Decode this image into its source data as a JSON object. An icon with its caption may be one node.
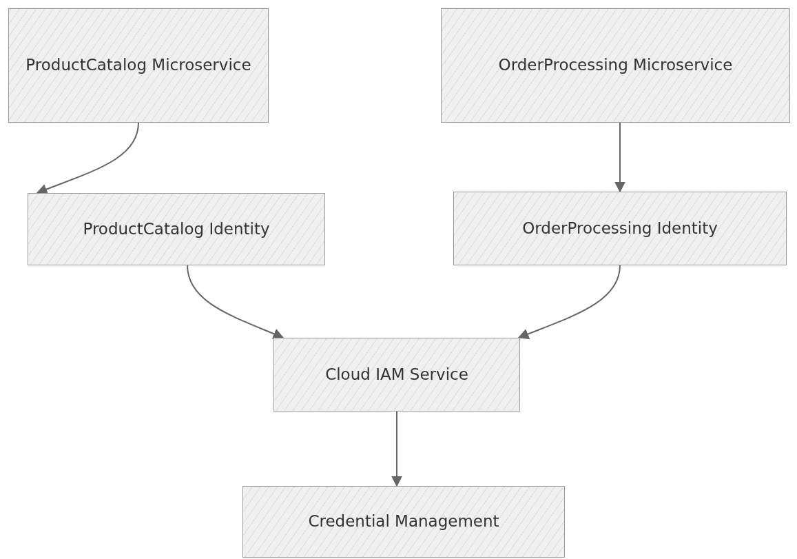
{
  "diagram": {
    "nodes": [
      {
        "text": [
          "ProductCatalog Microservice"
        ]
      },
      {
        "text": [
          "OrderProcessing Microservice"
        ]
      },
      {
        "text": [
          "ProductCatalog Identity"
        ]
      },
      {
        "text": [
          "OrderProcessing Identity"
        ]
      },
      {
        "text": [
          "Cloud IAM Service"
        ]
      },
      {
        "text": [
          "Credential Management"
        ]
      }
    ],
    "edges": [
      {
        "from": 0,
        "to": 2,
        "arrow": "to"
      },
      {
        "from": 1,
        "to": 3,
        "arrow": "to"
      },
      {
        "from": 2,
        "to": 4,
        "arrow": "to"
      },
      {
        "from": 3,
        "to": 4,
        "arrow": "to"
      },
      {
        "from": 4,
        "to": 5,
        "arrow": "to"
      }
    ]
  }
}
